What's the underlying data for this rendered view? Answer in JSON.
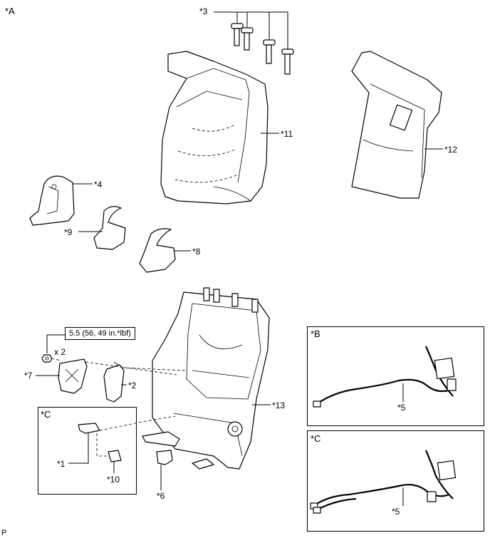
{
  "view_labels": {
    "main": "*A",
    "inset_b": "*B",
    "inset_c_1": "*C",
    "inset_c_2": "*C"
  },
  "callouts": {
    "c1": "*1",
    "c2": "*2",
    "c3": "*3",
    "c4": "*4",
    "c5_b": "*5",
    "c5_c": "*5",
    "c6": "*6",
    "c7": "*7",
    "c8": "*8",
    "c9": "*9",
    "c10": "*10",
    "c11": "*11",
    "c12": "*12",
    "c13": "*13"
  },
  "torque_spec": "5.5 (56, 49 in.*lbf)",
  "quantity": "x 2",
  "footer_mark": "P"
}
